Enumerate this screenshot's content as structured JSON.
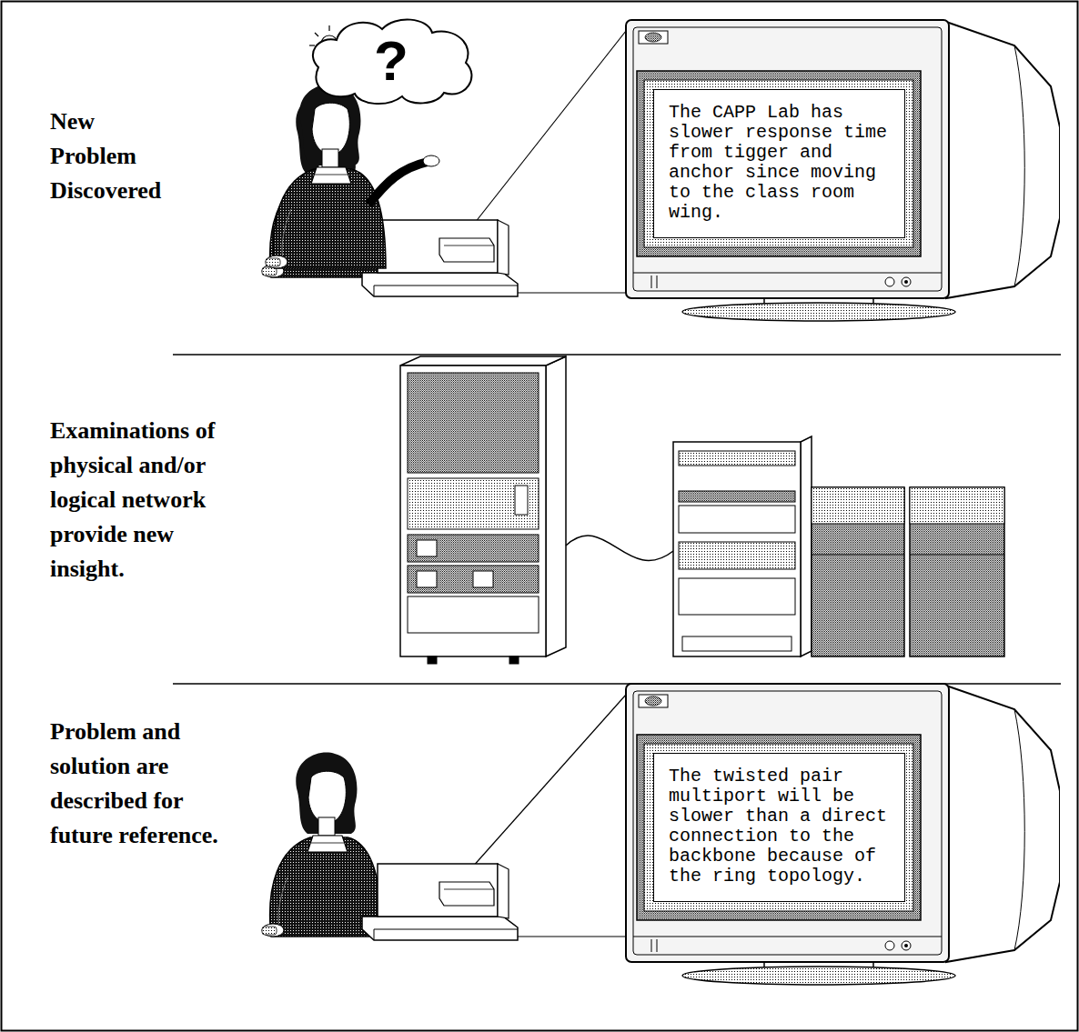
{
  "diagram": {
    "nodes": [
      {
        "text": [
          "?"
        ]
      },
      {
        "text": [
          "The CAPP Lab has slower response time from tigger and anchor since moving to the class room wing."
        ]
      },
      {
        "text": [
          "The twisted pair multiport will be slower than a direct connection to the backbone because of the ring topology."
        ]
      }
    ],
    "labels": [
      "New Problem Discovered",
      "Examinations of physical and/or logical network provide new insight.",
      "Problem and solution are described for future reference."
    ]
  }
}
